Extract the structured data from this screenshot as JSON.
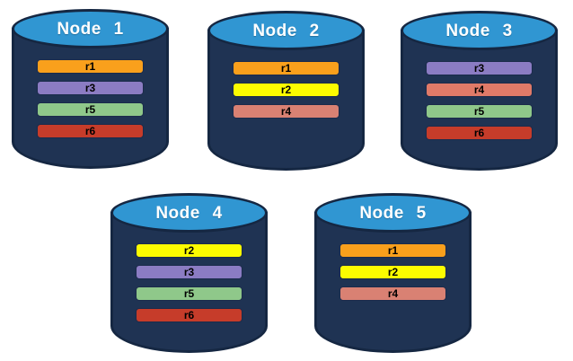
{
  "diagram": {
    "kind": "database-replica-distribution",
    "nodes": [
      {
        "label": "Node 1",
        "replicas": [
          {
            "label": "r1",
            "color": "#F9A01C"
          },
          {
            "label": "r3",
            "color": "#8B7CC3"
          },
          {
            "label": "r5",
            "color": "#8FC88A"
          },
          {
            "label": "r6",
            "color": "#C63C2A"
          }
        ]
      },
      {
        "label": "Node 2",
        "replicas": [
          {
            "label": "r1",
            "color": "#F9A01C"
          },
          {
            "label": "r2",
            "color": "#FCFC00"
          },
          {
            "label": "r4",
            "color": "#D98173"
          }
        ]
      },
      {
        "label": "Node 3",
        "replicas": [
          {
            "label": "r3",
            "color": "#8B7CC3"
          },
          {
            "label": "r4",
            "color": "#E07A68"
          },
          {
            "label": "r5",
            "color": "#8FC88A"
          },
          {
            "label": "r6",
            "color": "#C63C2A"
          }
        ]
      },
      {
        "label": "Node 4",
        "replicas": [
          {
            "label": "r2",
            "color": "#FCFC00"
          },
          {
            "label": "r3",
            "color": "#8B7CC3"
          },
          {
            "label": "r5",
            "color": "#8FC88A"
          },
          {
            "label": "r6",
            "color": "#C63C2A"
          }
        ]
      },
      {
        "label": "Node 5",
        "replicas": [
          {
            "label": "r1",
            "color": "#F9A01C"
          },
          {
            "label": "r2",
            "color": "#FCFC00"
          },
          {
            "label": "r4",
            "color": "#D98173"
          }
        ]
      }
    ],
    "style_colors": {
      "cylinder_body": "#1F3353",
      "cylinder_outline": "#152742",
      "cylinder_top": "#3096D2",
      "title_text": "#FFFFFF",
      "bar_text": "#000000",
      "background": "#FFFFFF"
    }
  }
}
